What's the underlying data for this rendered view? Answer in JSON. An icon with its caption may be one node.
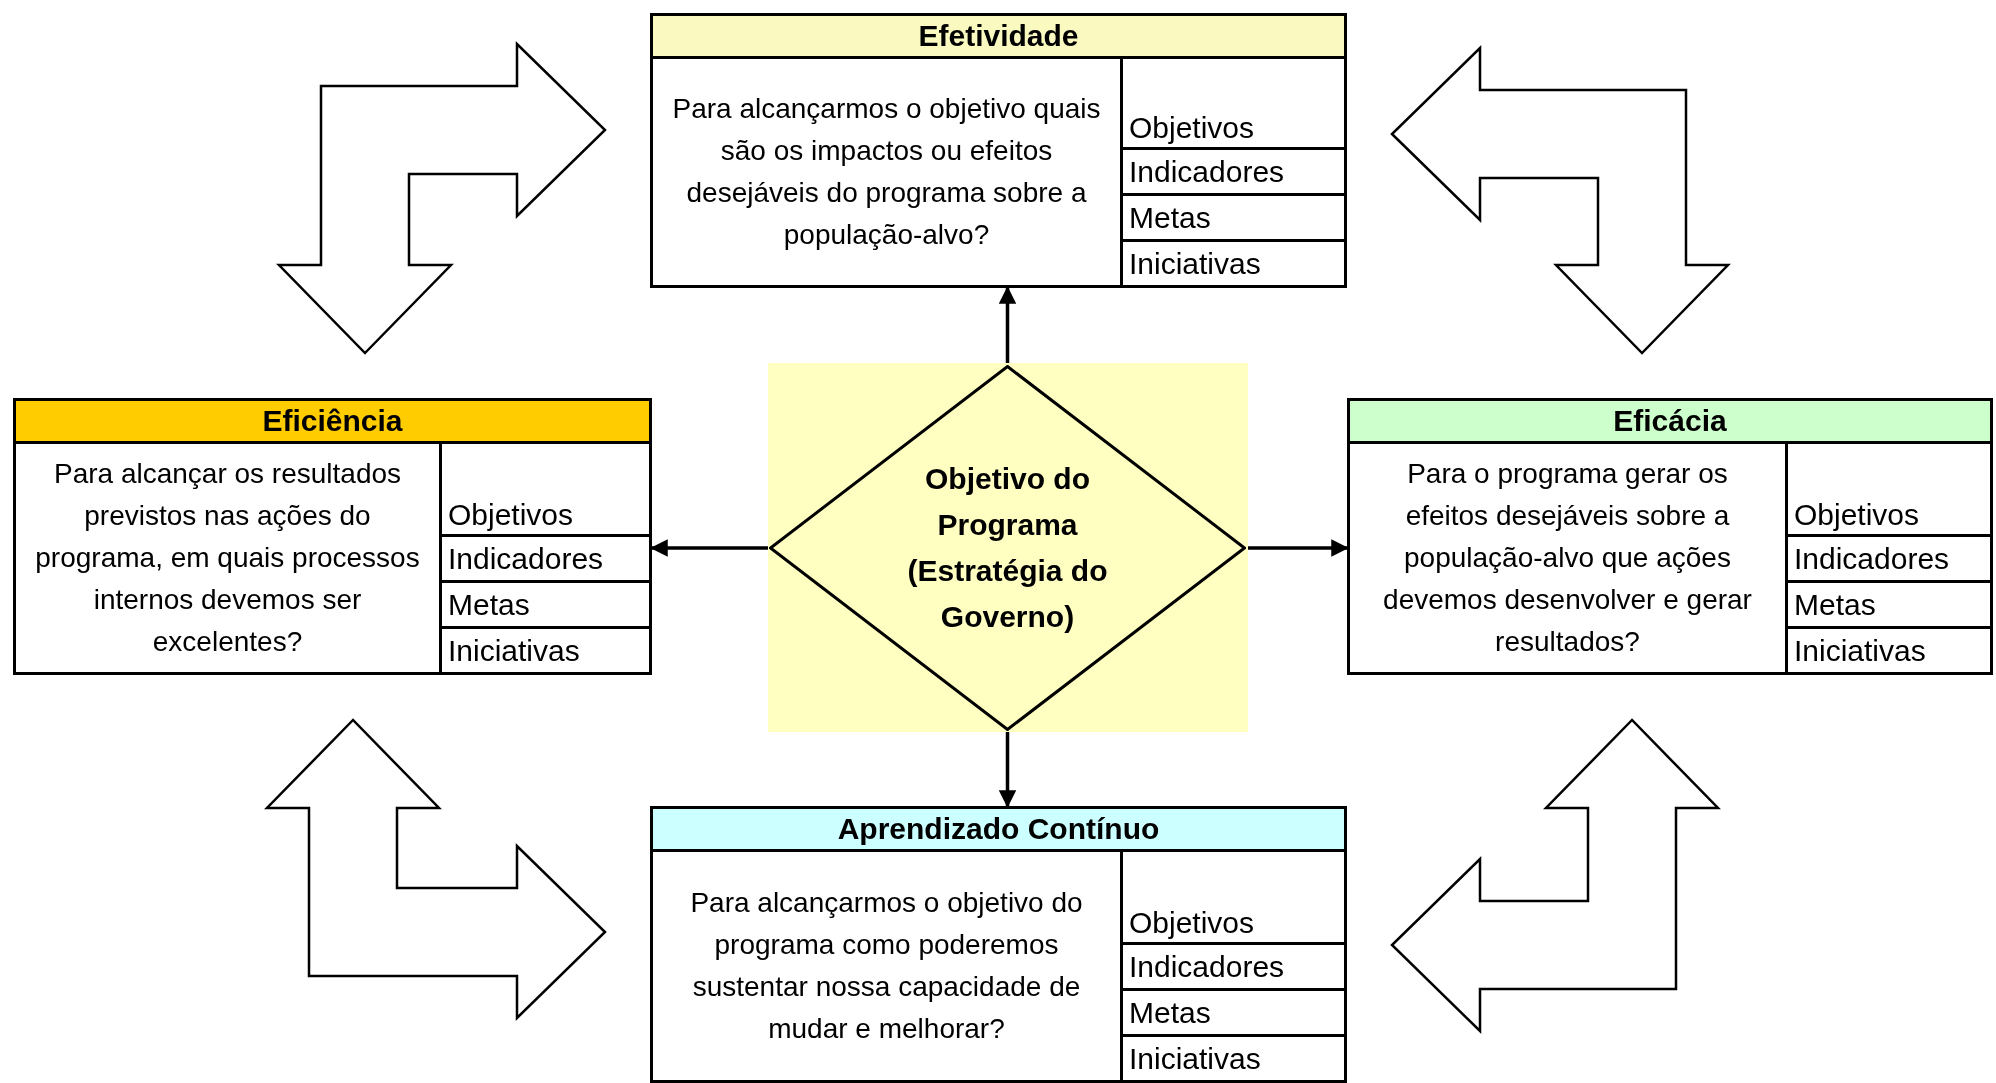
{
  "diagram": {
    "nodes": [
      {
        "text": [
          "Efetividade",
          "Para alcançarmos o objetivo quais são os impactos ou efeitos desejáveis do programa sobre a população-alvo?"
        ]
      },
      {
        "text": [
          "Objetivos"
        ],
        "in": 0
      },
      {
        "text": [
          "Indicadores"
        ],
        "in": 0
      },
      {
        "text": [
          "Metas"
        ],
        "in": 0
      },
      {
        "text": [
          "Iniciativas"
        ],
        "in": 0
      },
      {
        "text": [
          "Eficiência",
          "Para alcançar os resultados previstos nas ações do programa, em quais processos internos devemos ser excelentes?"
        ]
      },
      {
        "text": [
          "Objetivos"
        ],
        "in": 5
      },
      {
        "text": [
          "Indicadores"
        ],
        "in": 5
      },
      {
        "text": [
          "Metas"
        ],
        "in": 5
      },
      {
        "text": [
          "Iniciativas"
        ],
        "in": 5
      },
      {
        "text": [],
        "shape": "box"
      },
      {
        "text": [
          "Objetivo do Programa (Estratégia do Governo)"
        ],
        "in": 10
      },
      {
        "text": [
          "Eficácia",
          "Para o programa gerar os efeitos desejáveis sobre a população-alvo que ações devemos desenvolver e gerar resultados?"
        ]
      },
      {
        "text": [
          "Objetivos"
        ],
        "in": 12
      },
      {
        "text": [
          "Indicadores"
        ],
        "in": 12
      },
      {
        "text": [
          "Metas"
        ],
        "in": 12
      },
      {
        "text": [
          "Iniciativas"
        ],
        "in": 12
      },
      {
        "text": [
          "Aprendizado Contínuo",
          "Para alcançarmos o objetivo do programa como poderemos sustentar nossa capacidade de mudar e melhorar?"
        ]
      },
      {
        "text": [
          "Objetivos"
        ],
        "in": 17
      },
      {
        "text": [
          "Indicadores"
        ],
        "in": 17
      },
      {
        "text": [
          "Metas"
        ],
        "in": 17
      },
      {
        "text": [
          "Iniciativas"
        ],
        "in": 17
      }
    ],
    "edges": [
      {
        "from": 11,
        "to": 0,
        "arrow": "to"
      },
      {
        "from": 11,
        "to": 5,
        "arrow": "to"
      },
      {
        "from": 11,
        "to": 12,
        "arrow": "to"
      },
      {
        "from": 11,
        "to": 17,
        "arrow": "to"
      },
      {
        "from": 5,
        "to": 0,
        "arrow": "both",
        "style": "thick"
      },
      {
        "from": 0,
        "to": 12,
        "arrow": "both",
        "style": "thick"
      },
      {
        "from": 5,
        "to": 17,
        "arrow": "both",
        "style": "thick"
      },
      {
        "from": 12,
        "to": 17,
        "arrow": "both",
        "style": "thick"
      }
    ]
  }
}
